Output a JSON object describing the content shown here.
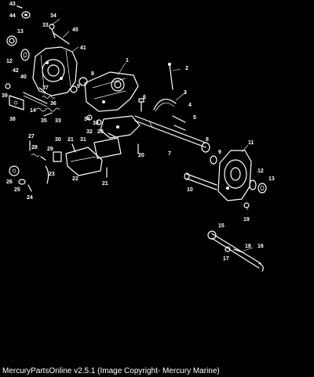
{
  "caption": "MercuryPartsOnline v2.5.1 (Image Copyright- Mercury Marine)",
  "callouts": [
    {
      "id": "c43a",
      "text": "43"
    },
    {
      "id": "c44",
      "text": "44"
    },
    {
      "id": "c34a",
      "text": "34"
    },
    {
      "id": "c33a",
      "text": "33"
    },
    {
      "id": "c13a",
      "text": "13"
    },
    {
      "id": "c45",
      "text": "45"
    },
    {
      "id": "c41",
      "text": "41"
    },
    {
      "id": "c12a",
      "text": "12"
    },
    {
      "id": "c42",
      "text": "42"
    },
    {
      "id": "c1",
      "text": "1"
    },
    {
      "id": "c2",
      "text": "2"
    },
    {
      "id": "c40",
      "text": "40"
    },
    {
      "id": "c8a",
      "text": "8"
    },
    {
      "id": "c9a",
      "text": "9"
    },
    {
      "id": "c39",
      "text": "39"
    },
    {
      "id": "c37",
      "text": "37"
    },
    {
      "id": "c6",
      "text": "6"
    },
    {
      "id": "c3",
      "text": "3"
    },
    {
      "id": "c36",
      "text": "36"
    },
    {
      "id": "c38",
      "text": "38"
    },
    {
      "id": "c14",
      "text": "14"
    },
    {
      "id": "c35",
      "text": "35"
    },
    {
      "id": "c33b",
      "text": "33"
    },
    {
      "id": "c34b",
      "text": "34"
    },
    {
      "id": "c33c",
      "text": "33"
    },
    {
      "id": "c4",
      "text": "4"
    },
    {
      "id": "c5",
      "text": "5"
    },
    {
      "id": "c20a",
      "text": "20"
    },
    {
      "id": "c32",
      "text": "32"
    },
    {
      "id": "c27",
      "text": "27"
    },
    {
      "id": "c21a",
      "text": "21"
    },
    {
      "id": "c31",
      "text": "31"
    },
    {
      "id": "c30",
      "text": "30"
    },
    {
      "id": "c28",
      "text": "28"
    },
    {
      "id": "c29",
      "text": "29"
    },
    {
      "id": "c8b",
      "text": "8"
    },
    {
      "id": "c9b",
      "text": "9"
    },
    {
      "id": "c11",
      "text": "11"
    },
    {
      "id": "c20b",
      "text": "20"
    },
    {
      "id": "c7",
      "text": "7"
    },
    {
      "id": "c26",
      "text": "26"
    },
    {
      "id": "c23",
      "text": "23"
    },
    {
      "id": "c22",
      "text": "22"
    },
    {
      "id": "c21b",
      "text": "21"
    },
    {
      "id": "c25",
      "text": "25"
    },
    {
      "id": "c24",
      "text": "24"
    },
    {
      "id": "c12b",
      "text": "12"
    },
    {
      "id": "c13b",
      "text": "13"
    },
    {
      "id": "c10",
      "text": "10"
    },
    {
      "id": "c19",
      "text": "19"
    },
    {
      "id": "c15",
      "text": "15"
    },
    {
      "id": "c18",
      "text": "18"
    },
    {
      "id": "c16",
      "text": "16"
    },
    {
      "id": "c17",
      "text": "17"
    }
  ]
}
